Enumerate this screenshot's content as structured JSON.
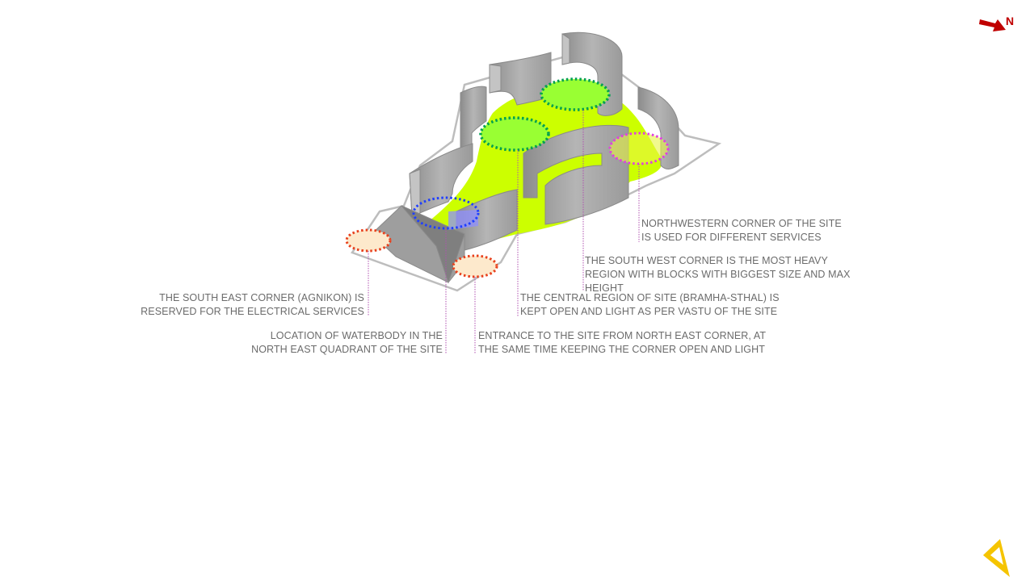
{
  "north": {
    "label": "N",
    "arrow_color": "#c00000"
  },
  "colors": {
    "open_space": "#ccff00",
    "open_highlight": "#99ff33",
    "building": "#a6a6a6",
    "site_outline": "#bfbfbf",
    "green_marker": "#00a050",
    "red_marker": "#e8401c",
    "blue_marker": "#1f3fff",
    "pink_marker": "#e040e0",
    "leader_line": "#b050b0",
    "logo": "#f5c400"
  },
  "annotations": {
    "northwest": [
      "NORTHWESTERN CORNER OF THE SITE",
      "IS USED FOR DIFFERENT SERVICES"
    ],
    "southwest": [
      "THE SOUTH WEST CORNER IS THE MOST HEAVY",
      "REGION WITH BLOCKS WITH BIGGEST SIZE AND MAX",
      "HEIGHT"
    ],
    "central": [
      "THE CENTRAL REGION OF SITE (BRAMHA-STHAL) IS",
      "KEPT OPEN AND LIGHT AS PER VASTU OF THE SITE"
    ],
    "southeast": [
      "THE SOUTH EAST CORNER (AGNIKON) IS",
      "RESERVED FOR THE ELECTRICAL SERVICES"
    ],
    "waterbody": [
      "LOCATION OF WATERBODY IN THE",
      "NORTH EAST QUADRANT OF THE SITE"
    ],
    "entrance": [
      "ENTRANCE TO THE SITE FROM NORTH EAST CORNER, AT",
      "THE SAME TIME KEEPING THE CORNER OPEN AND LIGHT"
    ]
  }
}
